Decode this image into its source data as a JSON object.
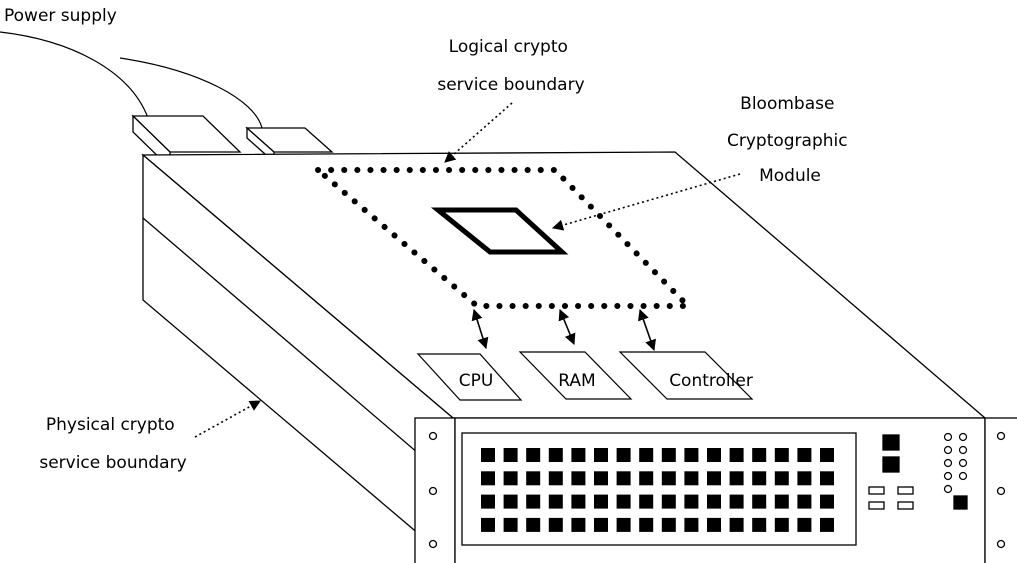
{
  "labels": {
    "power_supply": "Power supply",
    "logical_boundary": [
      "Logical crypto",
      "service boundary"
    ],
    "module": [
      "Bloombase",
      "Cryptographic",
      "Module"
    ],
    "physical_boundary": [
      "Physical crypto",
      "service boundary"
    ],
    "cpu": "CPU",
    "ram": "RAM",
    "controller": "Controller"
  },
  "colors": {
    "line": "#000000",
    "background": "#ffffff"
  }
}
